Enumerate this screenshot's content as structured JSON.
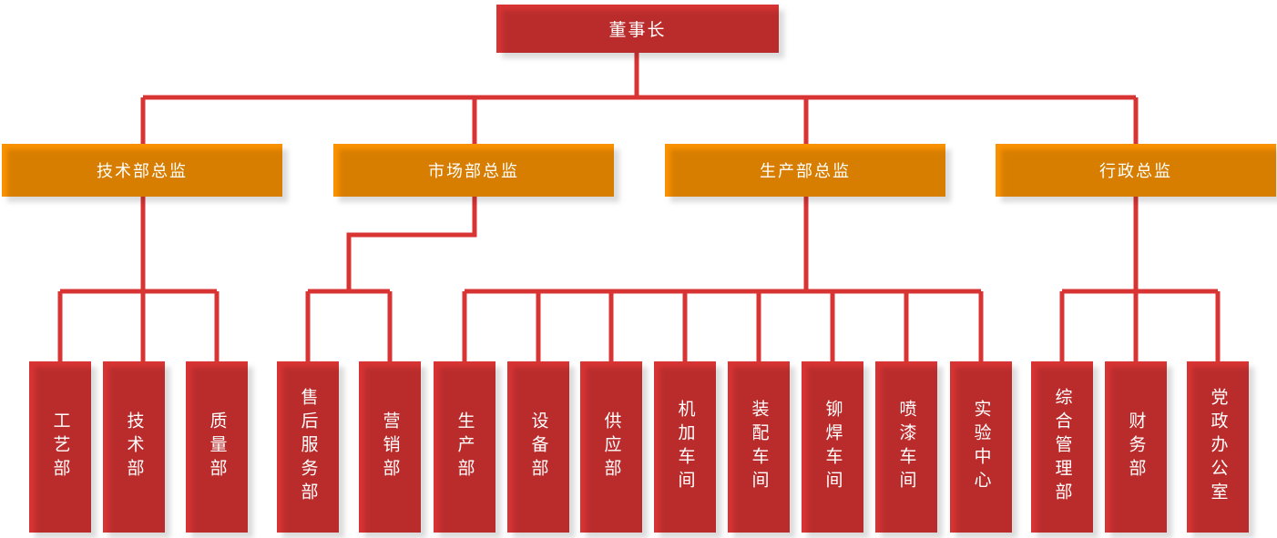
{
  "chart_meta": {
    "type": "organization-chart",
    "title": "",
    "colors": {
      "root_box": "#d93434",
      "director_box": "#fb9200",
      "leaf_box": "#d93434",
      "connector_line": "#d93434",
      "label_text": "#ffffff",
      "background": "#ffffff"
    }
  },
  "root": {
    "label": "董事长"
  },
  "directors": [
    {
      "label": "技术部总监"
    },
    {
      "label": "市场部总监"
    },
    {
      "label": "生产部总监"
    },
    {
      "label": "行政总监"
    }
  ],
  "departments": [
    {
      "label": "工艺部",
      "parent": "技术部总监"
    },
    {
      "label": "技术部",
      "parent": "技术部总监"
    },
    {
      "label": "质量部",
      "parent": "技术部总监"
    },
    {
      "label": "售后服务部",
      "parent": "市场部总监"
    },
    {
      "label": "营销部",
      "parent": "市场部总监"
    },
    {
      "label": "生产部",
      "parent": "生产部总监"
    },
    {
      "label": "设备部",
      "parent": "生产部总监"
    },
    {
      "label": "供应部",
      "parent": "生产部总监"
    },
    {
      "label": "机加车间",
      "parent": "生产部总监"
    },
    {
      "label": "装配车间",
      "parent": "生产部总监"
    },
    {
      "label": "铆焊车间",
      "parent": "生产部总监"
    },
    {
      "label": "喷漆车间",
      "parent": "生产部总监"
    },
    {
      "label": "实验中心",
      "parent": "生产部总监"
    },
    {
      "label": "综合管理部",
      "parent": "行政总监"
    },
    {
      "label": "财务部",
      "parent": "行政总监"
    },
    {
      "label": "党政办公室",
      "parent": "行政总监"
    }
  ]
}
